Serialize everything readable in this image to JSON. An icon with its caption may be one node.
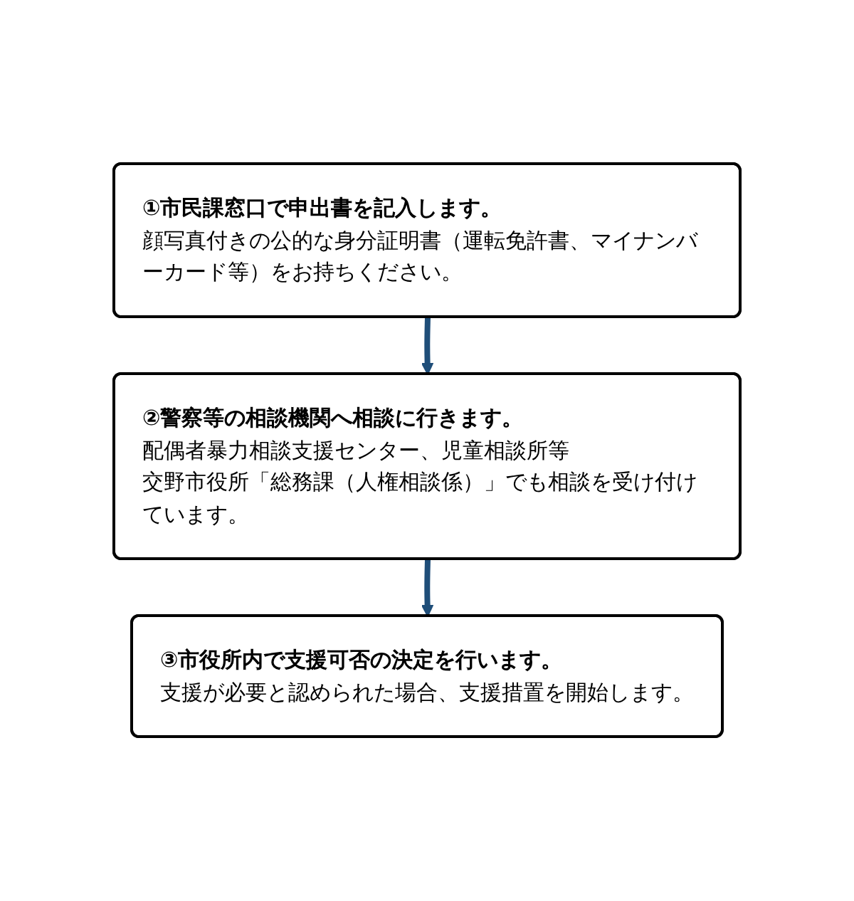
{
  "diagram": {
    "nodes": [
      {
        "text": [
          "①市民課窓口で申出書を記入します。",
          "顔写真付きの公的な身分証明書（運転免許書、マイナンバーカード等）をお持ちください。"
        ]
      },
      {
        "text": [
          "②警察等の相談機関へ相談に行きます。",
          "配偶者暴力相談支援センター、児童相談所等",
          "交野市役所「総務課（人権相談係）」でも相談を受け付けています。"
        ]
      },
      {
        "text": [
          "③市役所内で支援可否の決定を行います。",
          "支援が必要と認められた場合、支援措置を開始します。"
        ]
      }
    ],
    "edges": [
      {
        "from": 0,
        "to": 1,
        "arrow": "to"
      },
      {
        "from": 1,
        "to": 2,
        "arrow": "to"
      }
    ]
  }
}
